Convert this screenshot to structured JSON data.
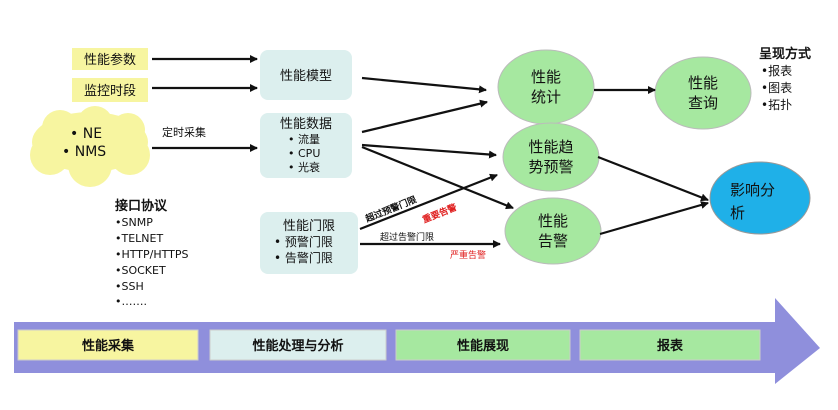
{
  "inputs": {
    "param": "性能参数",
    "period": "监控时段"
  },
  "cloud": {
    "items": [
      "NE",
      "NMS"
    ]
  },
  "collect_label": "定时采集",
  "protocols": {
    "title": "接口协议",
    "items": [
      "•SNMP",
      "•TELNET",
      "•HTTP/HTTPS",
      "•SOCKET",
      "•SSH",
      "•……."
    ]
  },
  "model": "性能模型",
  "data_box": {
    "title": "性能数据",
    "items": [
      "流量",
      "CPU",
      "光衰"
    ]
  },
  "threshold": {
    "title": "性能门限",
    "items": [
      "预警门限",
      "告警门限"
    ]
  },
  "edge_labels": {
    "warn_exceed": "超过预警门限",
    "important": "重要告警",
    "alarm_exceed": "超过告警门限",
    "critical": "严重告警"
  },
  "nodes": {
    "stats": [
      "性能",
      "统计"
    ],
    "query": [
      "性能",
      "查询"
    ],
    "trend": [
      "性能趋",
      "势预警"
    ],
    "alarm": [
      "性能",
      "告警"
    ],
    "impact": [
      "影响分",
      "析"
    ]
  },
  "presentation": {
    "title": "呈现方式",
    "items": [
      "•报表",
      "•图表",
      "•拓扑"
    ]
  },
  "stages": [
    "性能采集",
    "性能处理与分析",
    "性能展现",
    "报表"
  ],
  "colors": {
    "yellow": "#f7f5a0",
    "teal": "#dcefee",
    "green": "#a6e8a0",
    "blue": "#1fb0e8",
    "band": "#8f8fdc",
    "red": "#e02020"
  }
}
